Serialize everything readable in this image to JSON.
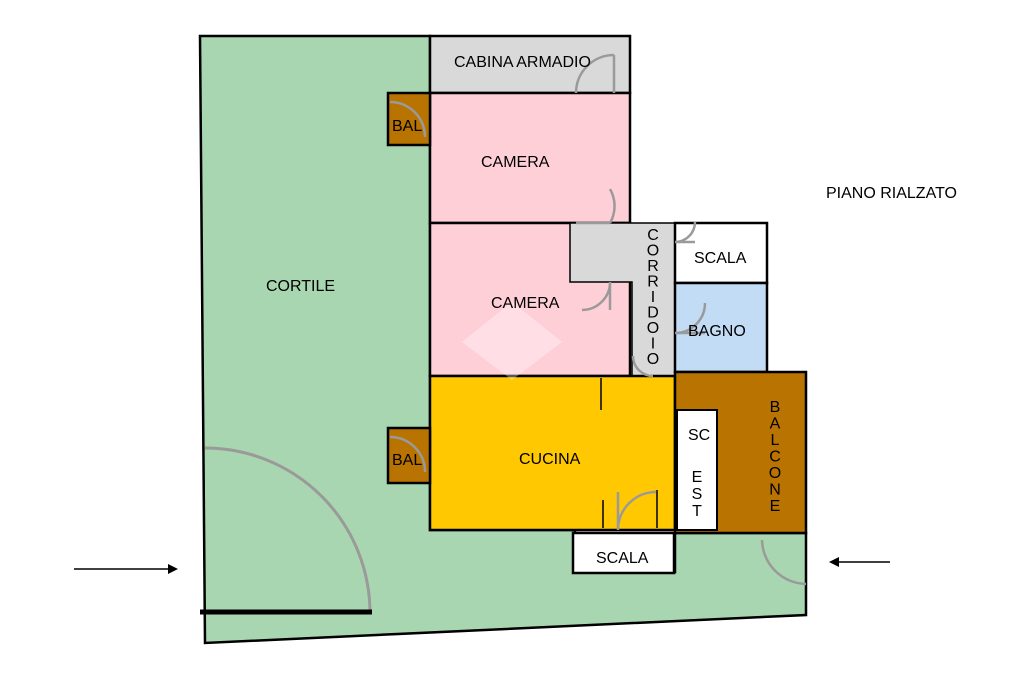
{
  "title": "PIANO RIALZATO",
  "rooms": {
    "cabina_armadio": "CABINA ARMADIO",
    "camera_1": "CAMERA",
    "camera_2": "CAMERA",
    "cortile": "CORTILE",
    "corridoio": "CORRIDOIO",
    "scala_top": "SCALA",
    "bagno": "BAGNO",
    "cucina": "CUCINA",
    "bal_top": "BAL",
    "bal_bottom": "BAL",
    "scala_bottom": "SCALA",
    "sc_est_1": "SC",
    "sc_est_2": "EST",
    "balcone": "BALCONE"
  },
  "colors": {
    "courtyard": "#a8d6b0",
    "bedroom": "#ffcfd8",
    "closet": "#d9d9d9",
    "corridor": "#d9d9d9",
    "kitchen": "#ffc800",
    "bathroom": "#c3dcf5",
    "balcony": "#b87300",
    "stair": "#ffffff"
  }
}
